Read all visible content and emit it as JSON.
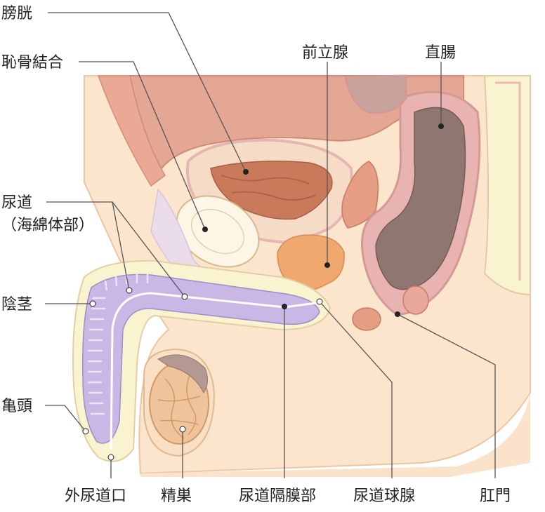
{
  "labels": {
    "bladder": "膀胱",
    "pubic_symphysis": "恥骨結合",
    "prostate": "前立腺",
    "rectum": "直腸",
    "urethra_line1": "尿道",
    "urethra_line2": "（海綿体部）",
    "penis": "陰茎",
    "glans": "亀頭",
    "external_urethral_orifice": "外尿道口",
    "testis": "精巣",
    "membranous_urethra": "尿道隔膜部",
    "bulbourethral_gland": "尿道球腺",
    "anus": "肛門"
  },
  "colors": {
    "skin": "#fbe6cd",
    "skin_edge": "#ecc5a2",
    "pelvis_muscle": "#e4a794",
    "muscle_dark": "#cf7e6c",
    "bladder_wall": "#f6dcc6",
    "bladder_inner": "#c87a5b",
    "prostate": "#f0a86f",
    "rectum_wall": "#e8b3b0",
    "rectum_lumen": "#8f7670",
    "urethra": "#c9b7e6",
    "pale_yellow": "#faf3cf",
    "testis": "#f0c49b",
    "testis_inner": "#d99f6f",
    "leader_line": "#555555"
  }
}
